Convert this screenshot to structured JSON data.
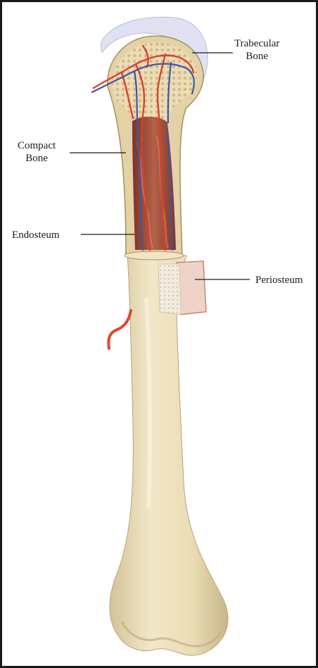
{
  "labels": {
    "trabecular_bone": [
      "Trabecular",
      "Bone"
    ],
    "compact_bone": [
      "Compact",
      "Bone"
    ],
    "endosteum": "Endosteum",
    "periosteum": "Periosteum"
  },
  "colors": {
    "bone": "#ece0bf",
    "bone_shadow": "#cbbd92",
    "trabecular": "#e9d9b0",
    "marrow_cavity": "#9a4b35",
    "artery": "#d9412c",
    "vein": "#3f55a6",
    "cartilage": "#dfe2f2",
    "periosteum": "#efd3c8",
    "border": "#1a1a1a"
  }
}
